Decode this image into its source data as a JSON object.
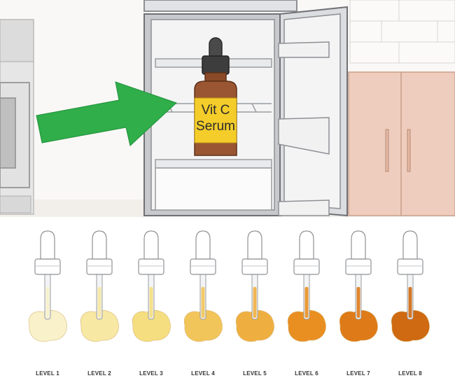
{
  "bottle": {
    "label_line1": "Vit C",
    "label_line2": "Serum"
  },
  "colors": {
    "arrow": "#2fae4a",
    "bottle_glass": "#9a5632",
    "bottle_label": "#f4cd2a",
    "fridge_body": "#c7c9cd",
    "cabinet": "#efcdbe"
  },
  "levels": [
    {
      "label": "LEVEL 1",
      "color": "#f8f1c9"
    },
    {
      "label": "LEVEL 2",
      "color": "#f7e8a3"
    },
    {
      "label": "LEVEL 3",
      "color": "#f5de7f"
    },
    {
      "label": "LEVEL 4",
      "color": "#f2c55a"
    },
    {
      "label": "LEVEL 5",
      "color": "#efaf40"
    },
    {
      "label": "LEVEL 6",
      "color": "#e98f22"
    },
    {
      "label": "LEVEL 7",
      "color": "#de7a18"
    },
    {
      "label": "LEVEL 8",
      "color": "#cf6a12"
    }
  ]
}
